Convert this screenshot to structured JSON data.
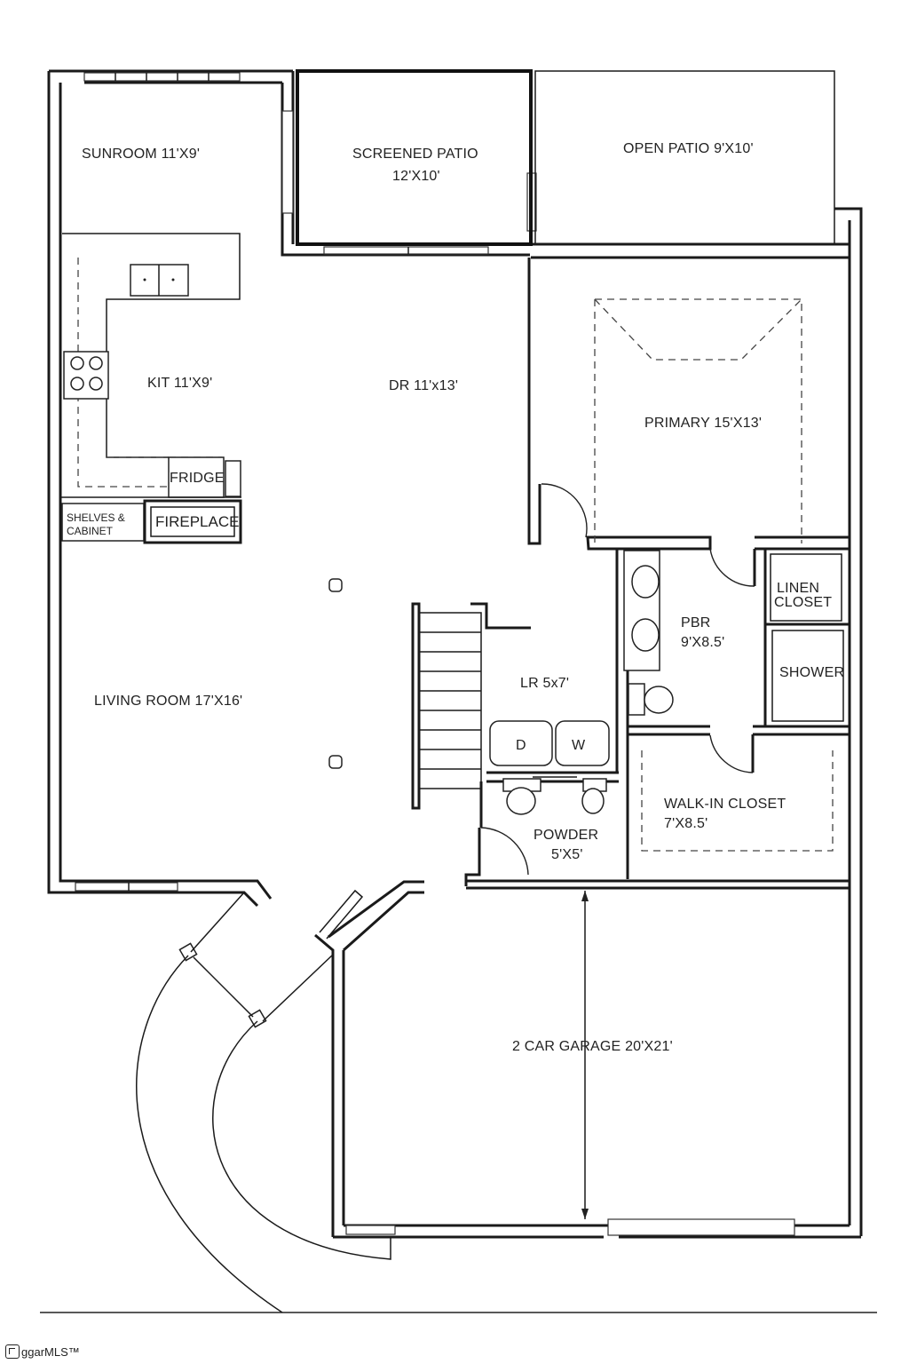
{
  "rooms": {
    "sunroom": "SUNROOM 11'X9'",
    "screened_patio_line1": "SCREENED PATIO",
    "screened_patio_line2": "12'X10'",
    "open_patio": "OPEN PATIO 9'X10'",
    "kitchen": "KIT 11'X9'",
    "dining": "DR 11'x13'",
    "primary": "PRIMARY 15'X13'",
    "fridge": "FRIDGE",
    "shelves_line1": "SHELVES &",
    "shelves_line2": "CABINET",
    "fireplace": "FIREPLACE",
    "linen_line1": "LINEN",
    "linen_line2": "CLOSET",
    "pbr_line1": "PBR",
    "pbr_line2": "9'X8.5'",
    "shower": "SHOWER",
    "laundry": "LR 5x7'",
    "dryer": "D",
    "washer": "W",
    "living": "LIVING ROOM 17'X16'",
    "walkin_line1": "WALK-IN CLOSET",
    "walkin_line2": "7'X8.5'",
    "powder_line1": "POWDER",
    "powder_line2": "5'X5'",
    "garage": "2 CAR GARAGE 20'X21'"
  },
  "watermark": {
    "text": "ggarMLS™"
  }
}
